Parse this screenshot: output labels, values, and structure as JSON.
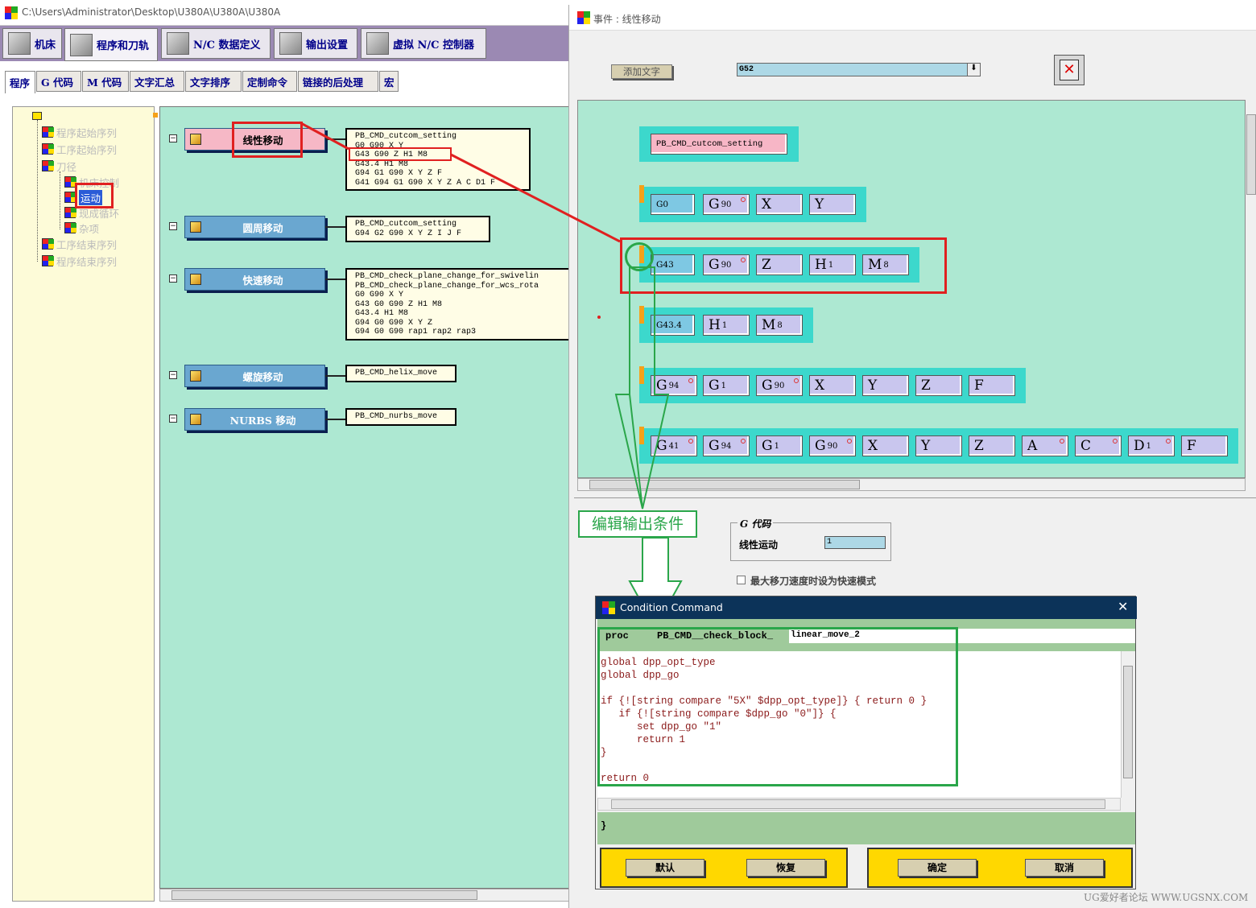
{
  "main_window": {
    "title": "C:\\Users\\Administrator\\Desktop\\U380A\\U380A\\U380A"
  },
  "main_tabs": [
    "机床",
    "程序和刀轨",
    "N/C 数据定义",
    "输出设置",
    "虚拟 N/C 控制器"
  ],
  "sub_tabs": [
    "程序",
    "G 代码",
    "M 代码",
    "文字汇总",
    "文字排序",
    "定制命令",
    "链接的后处理",
    "宏"
  ],
  "tree": [
    "程序起始序列",
    "工序起始序列",
    "刀径",
    "机床控制",
    "运动",
    "现成循环",
    "杂项",
    "工序结束序列",
    "程序结束序列"
  ],
  "events": [
    {
      "label": "线性移动",
      "code": [
        "PB_CMD_cutcom_setting",
        "G0 G90 X Y",
        "G43 G90 Z H1 M8",
        "G43.4 H1 M8",
        "G94 G1 G90 X Y Z F",
        "G41 G94 G1 G90 X Y Z A C D1 F"
      ]
    },
    {
      "label": "圆周移动",
      "code": [
        "PB_CMD_cutcom_setting",
        "G94 G2 G90 X Y Z I J F"
      ]
    },
    {
      "label": "快速移动",
      "code": [
        "PB_CMD_check_plane_change_for_swivelin",
        "PB_CMD_check_plane_change_for_wcs_rota",
        "G0 G90 X Y",
        "G43 G0 G90 Z H1 M8",
        "G43.4 H1 M8",
        "G94 G0 G90 X Y Z",
        "G94 G0 G90 rap1 rap2 rap3"
      ]
    },
    {
      "label": "螺旋移动",
      "code": [
        "PB_CMD_helix_move"
      ]
    },
    {
      "label": "NURBS 移动",
      "code": [
        "PB_CMD_nurbs_move"
      ]
    }
  ],
  "event_window": {
    "title": "事件 : 线性移动",
    "add_text_label": "添加文字",
    "word_select": "G52",
    "blocks": [
      [
        {
          "t": "PB_CMD_cutcom_setting"
        }
      ],
      [
        {
          "t": "G0"
        },
        {
          "t": "G",
          "s": "90"
        },
        {
          "t": "X"
        },
        {
          "t": "Y"
        }
      ],
      [
        {
          "t": "G43"
        },
        {
          "t": "G",
          "s": "90"
        },
        {
          "t": "Z"
        },
        {
          "t": "H",
          "s": "1"
        },
        {
          "t": "M",
          "s": "8"
        }
      ],
      [
        {
          "t": "G43.4"
        },
        {
          "t": "H",
          "s": "1"
        },
        {
          "t": "M",
          "s": "8"
        }
      ],
      [
        {
          "t": "G",
          "s": "94"
        },
        {
          "t": "G",
          "s": "1"
        },
        {
          "t": "G",
          "s": "90"
        },
        {
          "t": "X"
        },
        {
          "t": "Y"
        },
        {
          "t": "Z"
        },
        {
          "t": "F"
        }
      ],
      [
        {
          "t": "G",
          "s": "41"
        },
        {
          "t": "G",
          "s": "94"
        },
        {
          "t": "G",
          "s": "1"
        },
        {
          "t": "G",
          "s": "90"
        },
        {
          "t": "X"
        },
        {
          "t": "Y"
        },
        {
          "t": "Z"
        },
        {
          "t": "A"
        },
        {
          "t": "C"
        },
        {
          "t": "D",
          "s": "1"
        },
        {
          "t": "F"
        }
      ]
    ],
    "gcode_group": "G 代码",
    "linear_motion_label": "线性运动",
    "linear_motion_value": "1",
    "rapid_checkbox": "最大移刀速度时设为快速模式"
  },
  "annotation": "编辑输出条件",
  "dialog": {
    "title": "Condition Command",
    "proc_kw": "proc",
    "proc_prefix": "PB_CMD__check_block_",
    "proc_name": "linear_move_2",
    "code_lines": [
      "global dpp_opt_type",
      "global dpp_go",
      "",
      "if {![string compare \"5X\" $dpp_opt_type]} { return 0 }",
      "   if {![string compare $dpp_go \"0\"]} {",
      "      set dpp_go \"1\"",
      "      return 1",
      "}",
      "",
      "return 0"
    ],
    "closing": "}",
    "buttons": [
      "默认",
      "恢复",
      "确定",
      "取消"
    ]
  },
  "watermark": "UG爱好者论坛 WWW.UGSNX.COM",
  "colors": {
    "canvas": "#ade8d2",
    "block_row": "#3cd8cc",
    "chip": "#c9c6ee",
    "annotation_red": "#e02020",
    "annotation_green": "#2aa64a",
    "dialog_title": "#0c3359",
    "button_bar": "#ffd800"
  }
}
